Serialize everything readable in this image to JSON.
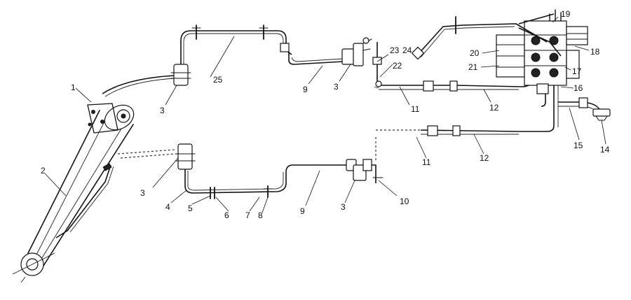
{
  "callouts": [
    {
      "id": "c1",
      "text": "1"
    },
    {
      "id": "c2",
      "text": "2"
    },
    {
      "id": "c3a",
      "text": "3"
    },
    {
      "id": "c3b",
      "text": "3"
    },
    {
      "id": "c3c",
      "text": "3"
    },
    {
      "id": "c3d",
      "text": "3"
    },
    {
      "id": "c4",
      "text": "4"
    },
    {
      "id": "c5",
      "text": "5"
    },
    {
      "id": "c6",
      "text": "6"
    },
    {
      "id": "c7",
      "text": "7"
    },
    {
      "id": "c8",
      "text": "8"
    },
    {
      "id": "c9a",
      "text": "9"
    },
    {
      "id": "c9b",
      "text": "9"
    },
    {
      "id": "c10",
      "text": "10"
    },
    {
      "id": "c11a",
      "text": "11"
    },
    {
      "id": "c11b",
      "text": "11"
    },
    {
      "id": "c12a",
      "text": "12"
    },
    {
      "id": "c12b",
      "text": "12"
    },
    {
      "id": "c14",
      "text": "14"
    },
    {
      "id": "c15",
      "text": "15"
    },
    {
      "id": "c16",
      "text": "16"
    },
    {
      "id": "c17",
      "text": "17"
    },
    {
      "id": "c18",
      "text": "18"
    },
    {
      "id": "c19",
      "text": "19"
    },
    {
      "id": "c20",
      "text": "20"
    },
    {
      "id": "c21",
      "text": "21"
    },
    {
      "id": "c22",
      "text": "22"
    },
    {
      "id": "c23",
      "text": "23"
    },
    {
      "id": "c24",
      "text": "24"
    },
    {
      "id": "c25",
      "text": "25"
    }
  ]
}
